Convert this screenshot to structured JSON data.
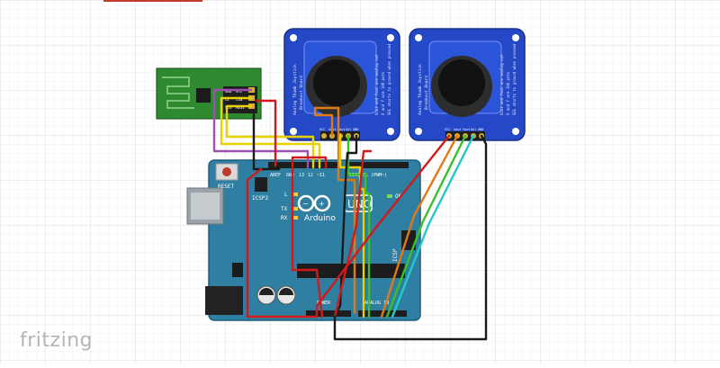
{
  "app": {
    "watermark": "fritzing"
  },
  "arduino": {
    "logo_text": "Arduino",
    "model": "UNO",
    "reset_label": "RESET",
    "icsp2_label": "ICSP2",
    "icsp_label": "ICSP",
    "led_labels": [
      "L",
      "TX",
      "RX",
      "ON"
    ],
    "power_header_label": "POWER",
    "analog_header_label": "ANALOG IN",
    "digital_header_label": "DIGITAL (PWM~)",
    "aref_label": "AREF",
    "gnd_label": "GND",
    "pin_13_label": "13",
    "pin_12_label": "12",
    "pin_11_label": "~11"
  },
  "joystick_left": {
    "board_text": [
      "Analog Thumb Joystick",
      "Breakout Board"
    ],
    "note_text": [
      "Xout and Yout are analog out",
      "X and Y are 10K pots",
      "SEL shorts to ground when pressed"
    ],
    "pin_labels": [
      "VCC",
      "Xout",
      "Yout",
      "Sel",
      "GND"
    ]
  },
  "joystick_right": {
    "board_text": [
      "Analog Thumb Joystick",
      "Breakout Board"
    ],
    "note_text": [
      "Xout and Yout are analog out",
      "X and Y are 10K pots",
      "SEL shorts to ground when pressed"
    ],
    "pin_labels": [
      "VCC",
      "Xout",
      "Yout",
      "Sel",
      "GND"
    ]
  },
  "rf_module": {
    "pin_labels": [
      "GND",
      "VCC",
      "CE",
      "CSN",
      "SCK",
      "MOSI",
      "MISO",
      "IRQ"
    ]
  },
  "colors": {
    "arduino_board": "#2f7fa3",
    "joystick_board": "#2448c6",
    "rf_board": "#2f8a2f",
    "wire_red": "#d11a1a",
    "wire_black": "#1a1a1a",
    "wire_yellow": "#e8d200",
    "wire_orange": "#e07a14",
    "wire_green": "#3bbf2a",
    "wire_cyan": "#22c9c9",
    "wire_purple": "#a050b0",
    "grid": "#e6e6e6"
  }
}
